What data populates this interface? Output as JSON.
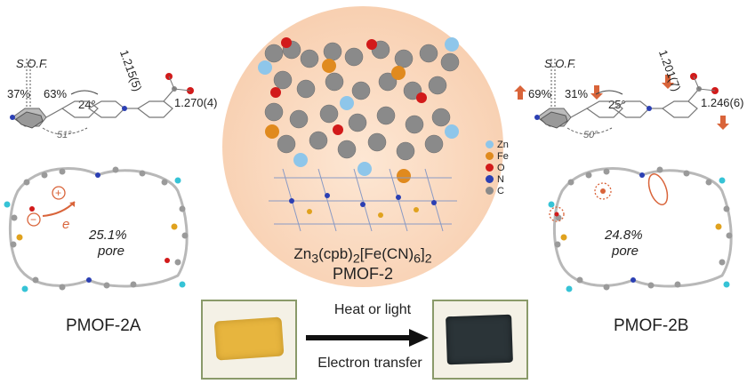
{
  "left": {
    "sof": "S.O.F.",
    "occ_a": "37%",
    "occ_b": "63%",
    "angle": "24°",
    "dihedral": "51°",
    "bond_a": "1.215(5)",
    "bond_b": "1.270(4)",
    "pore_pct": "25.1%",
    "pore_word": "pore",
    "electron": "e",
    "name": "PMOF-2A"
  },
  "right": {
    "sof": "S.O.F.",
    "occ_a": "69%",
    "occ_b": "31%",
    "angle": "25°",
    "dihedral": "50°",
    "bond_a": "1.201(7)",
    "bond_b": "1.246(6)",
    "pore_pct": "24.8%",
    "pore_word": "pore",
    "name": "PMOF-2B"
  },
  "center": {
    "formula_html": "Zn<sub>3</sub>(cpb)<sub>2</sub>[Fe(CN)<sub>6</sub>]<sub>2</sub>",
    "name": "PMOF-2",
    "legend": [
      {
        "el": "Zn",
        "color": "#8ec6ea"
      },
      {
        "el": "Fe",
        "color": "#e08a1e"
      },
      {
        "el": "O",
        "color": "#d21a1a"
      },
      {
        "el": "N",
        "color": "#2b3fb3"
      },
      {
        "el": "C",
        "color": "#8a8a8a"
      }
    ]
  },
  "bottom": {
    "top_label": "Heat or light",
    "bottom_label": "Electron transfer"
  },
  "colors": {
    "arrow_orange": "#d9643a",
    "halo": "#f6c7a4",
    "crystal_yellow": "#e7b53e",
    "crystal_dark": "#2b3438"
  }
}
